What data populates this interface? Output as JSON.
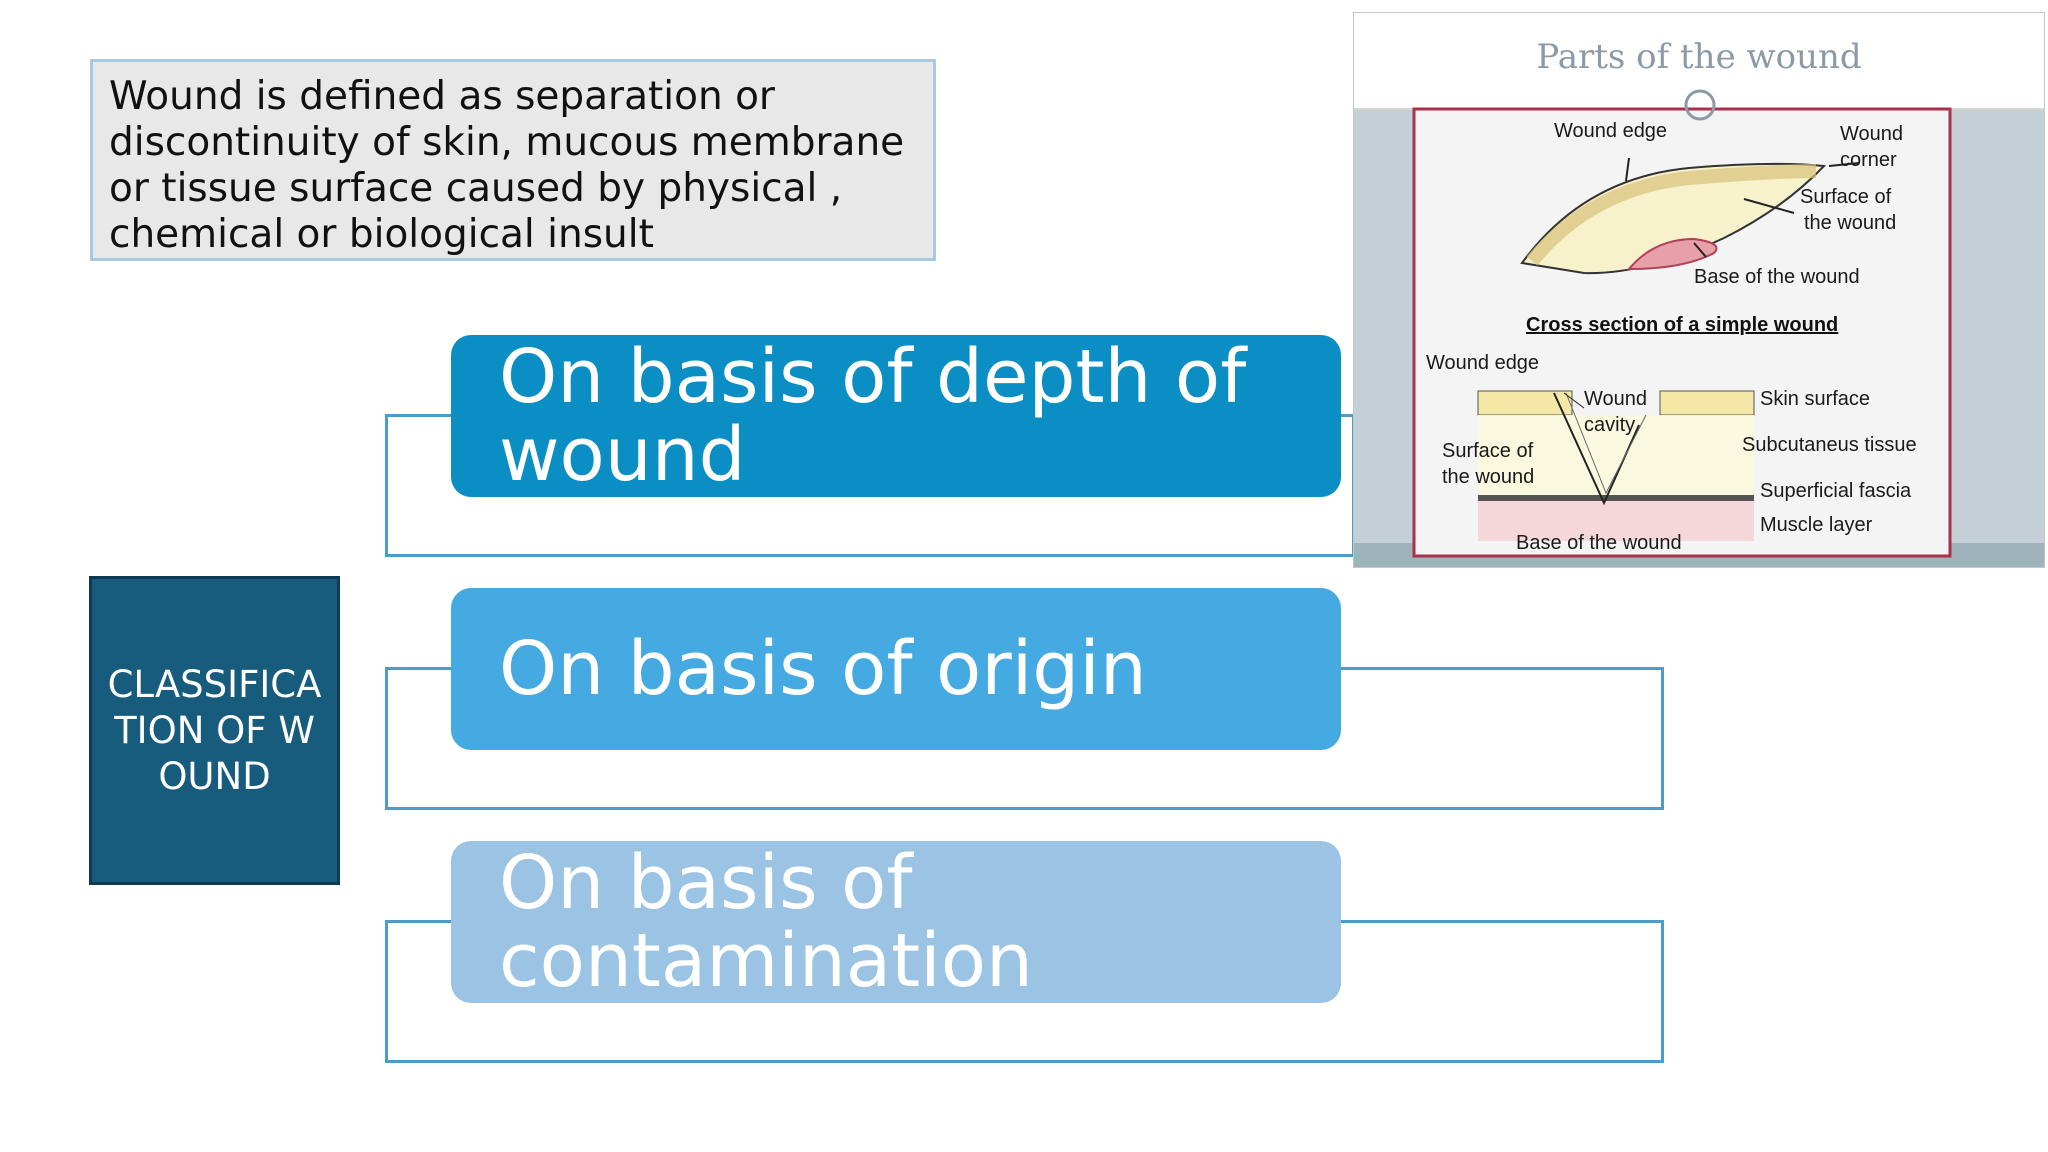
{
  "definition": "Wound is defined as separation or discontinuity of skin, mucous membrane or tissue surface caused by physical , chemical or biological insult",
  "classification_title": "CLASSIFICATION OF WOUND",
  "branches": [
    {
      "label": "On basis of depth of wound"
    },
    {
      "label": "On basis of origin"
    },
    {
      "label": "On basis of contamination"
    }
  ],
  "colors": {
    "branch_1": "#0a8ec4",
    "branch_2": "#45aae2",
    "branch_3": "#9ac3e4",
    "classification_box": "#175b7d",
    "connector": "#4a9ccc"
  },
  "wound_image": {
    "title": "Parts of the wound",
    "top_labels": {
      "wound_edge": "Wound edge",
      "wound_corner_line1": "Wound",
      "wound_corner_line2": "corner",
      "surface_line1": "Surface of",
      "surface_line2": "the wound",
      "base": "Base of the wound"
    },
    "cross_section_title": "Cross section of a simple wound",
    "bottom_labels": {
      "wound_edge": "Wound edge",
      "cavity_line1": "Wound",
      "cavity_line2": "cavity",
      "surface_line1": "Surface of",
      "surface_line2": "the wound",
      "skin_surface": "Skin surface",
      "subcutaneous": "Subcutaneus tissue",
      "superficial_fascia": "Superficial fascia",
      "muscle_layer": "Muscle layer",
      "base": "Base of the wound"
    }
  }
}
